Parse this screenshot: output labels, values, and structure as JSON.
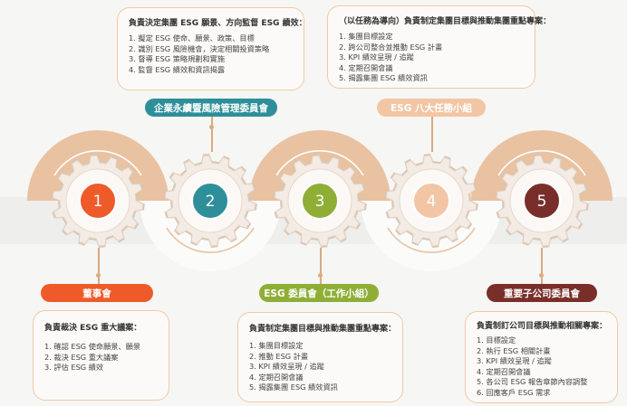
{
  "colors": {
    "accent_peach": "#e9c2a1",
    "teal": "#2e8f9a",
    "orange": "#ef5a2a",
    "olive": "#8fae36",
    "apricot": "#f2c6a4",
    "maroon": "#7a2e2a"
  },
  "top_left_box": {
    "heading": "負責決定集團 ESG 願景、方向監督 ESG 績效：",
    "items": [
      "1. 擬定 ESG 使命、願景、政策、目標",
      "2. 識別 ESG 風險機會，決定相關投資策略",
      "3. 督導 ESG 策略規劃和實施",
      "4. 監督 ESG 績效和資訊揭露"
    ]
  },
  "top_right_box": {
    "heading": "（以任務為導向）負責制定集團目標與推動集團重點專案：",
    "items": [
      "1. 集團目標設定",
      "2. 跨公司整合並推動 ESG 計畫",
      "3. KPI 績效呈現 / 追蹤",
      "4. 定期召開會議",
      "5. 揭露集團 ESG 績效資訊"
    ]
  },
  "bottom_left_box": {
    "heading": "負責裁決 ESG 重大議案：",
    "items": [
      "1. 確認 ESG 使命願景、願景",
      "2. 裁決 ESG 重大議案",
      "3. 評估 ESG 績效"
    ]
  },
  "bottom_mid_box": {
    "heading": "負責制定集團目標與推動集團重點專案：",
    "items": [
      "1. 集團目標設定",
      "2. 推動 ESG 計畫",
      "3. KPI 績效呈現 / 追蹤",
      "4. 定期召開會議",
      "5. 揭露集團 ESG 績效資訊"
    ]
  },
  "bottom_right_box": {
    "heading": "負責制訂公司目標與推動相關專案：",
    "items": [
      "1. 目標設定",
      "2. 執行 ESG 相關計畫",
      "3. KPI 績效呈現 / 追蹤",
      "4. 定期召開會議",
      "5. 各公司 ESG 報告章節內容調整",
      "6. 回應客戶 ESG 需求"
    ]
  },
  "labels": {
    "committee_top": "企業永續暨風險管理委員會",
    "task_force": "ESG 八大任務小組",
    "board": "董事會",
    "esg_committee": "ESG 委員會（工作小組）",
    "subsidiary": "重要子公司委員會"
  },
  "gears": [
    {
      "number": "1",
      "color": "#ef5a2a"
    },
    {
      "number": "2",
      "color": "#2e8f9a"
    },
    {
      "number": "3",
      "color": "#8fae36"
    },
    {
      "number": "4",
      "color": "#f2c6a4"
    },
    {
      "number": "5",
      "color": "#7a2e2a"
    }
  ]
}
